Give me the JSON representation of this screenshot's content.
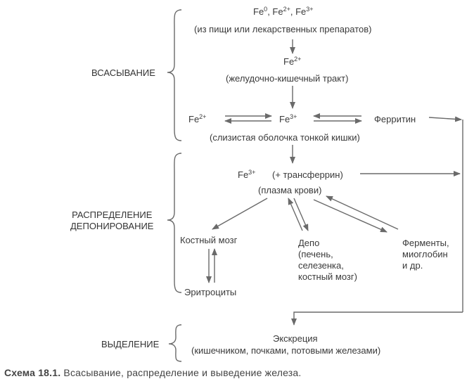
{
  "sections": {
    "absorption": "ВСАСЫВАНИЕ",
    "distribution_line1": "РАСПРЕДЕЛЕНИЕ",
    "distribution_line2": "ДЕПОНИРОВАНИЕ",
    "excretion": "ВЫДЕЛЕНИЕ"
  },
  "nodes": {
    "fe_sources": {
      "fe": "Fe",
      "sup0": "0",
      "sup2": "2+",
      "sup3": "3+",
      "sep": ", ",
      "note": "(из пищи или лекарственных препаратов)"
    },
    "fe2_gut": {
      "fe": "Fe",
      "sup": "2+",
      "note": "(желудочно-кишечный тракт)"
    },
    "mucosa": {
      "fe2_fe": "Fe",
      "fe2_sup": "2+",
      "fe3_fe": "Fe",
      "fe3_sup": "3+",
      "ferritin": "Ферритин",
      "note": "(слизистая оболочка тонкой кишки)"
    },
    "plasma": {
      "fe": "Fe",
      "sup": "3+",
      "transferrin": "(+ трансферрин)",
      "note": "(плазма крови)"
    },
    "bone_marrow": "Костный мозг",
    "depot": [
      "Депо",
      "(печень,",
      "селезенка,",
      "костный мозг)"
    ],
    "enzymes": [
      "Ферменты,",
      "миоглобин",
      "и др."
    ],
    "erythrocytes": "Эритроциты",
    "excretion": {
      "title": "Экскреция",
      "note": "(кишечником, почками, потовыми железами)"
    }
  },
  "caption": {
    "label": "Схема 18.1.",
    "text": " Всасывание, распределение и выведение железа."
  }
}
